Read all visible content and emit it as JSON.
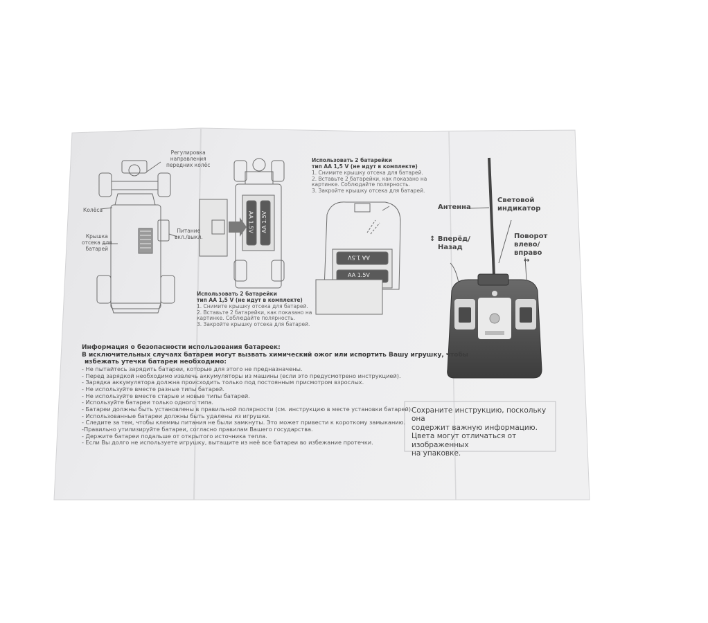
{
  "car_diagram": {
    "label_steering": [
      "Регулировка",
      "направления",
      "передних колёс"
    ],
    "label_wheels": "Колёса",
    "label_cover": [
      "Крышка",
      "отсека для",
      "батарей"
    ],
    "label_power": [
      "Питание",
      "вкл./выкл."
    ]
  },
  "battery_car": {
    "battery_text": "AA 1.5V",
    "title_lines": [
      "Использовать 2 батарейки",
      "тип AA 1,5 V (не идут в комплекте)"
    ],
    "steps": [
      "1. Снимите крышку отсека для батарей.",
      "2. Вставьте 2 батарейки, как показано на",
      "картинке. Соблюдайте полярность.",
      "3. Закройте крышку отсека для батарей."
    ]
  },
  "battery_remote": {
    "battery_text": "AA 1.5V",
    "title_lines": [
      "Использовать 2 батарейки",
      "тип AA 1,5 V (не идут в комплекте)"
    ],
    "steps": [
      "1. Снимите крышку отсека для батарей.",
      "2. Вставьте 2 батарейки, как показано на",
      "картинке. Соблюдайте полярность.",
      "3. Закройте крышку отсека для батарей."
    ]
  },
  "remote": {
    "label_antenna": "Антенна",
    "label_indicator": [
      "Световой",
      "индикатор"
    ],
    "label_forward": [
      "Вперёд/",
      "Назад"
    ],
    "label_turn": [
      "Поворот",
      "влево/",
      "вправо"
    ]
  },
  "safety": {
    "title_lines": [
      "Информация о безопасности использования батареек:",
      "В исключительных случаях батареи могут вызвать химический ожог или испортить Вашу игрушку, чтобы",
      "избежать утечки батареи необходимо:"
    ],
    "items": [
      "- Не пытайтесь зарядить батареи, которые для этого не предназначены.",
      "- Перед зарядкой необходимо извлечь аккумуляторы из машины (если это предусмотрено инструкцией).",
      "- Зарядка аккумулятора должна происходить только под постоянным присмотром взрослых.",
      "- Не используйте вместе разные типы батарей.",
      "- Не используйте вместе старые и новые типы батарей.",
      "- Используйте батареи только одного типа.",
      "- Батареи должны быть установлены в правильной полярности (см. инструкцию в месте установки батарей).",
      "- Использованные батареи должны быть удалены из игрушки.",
      "- Следите за тем, чтобы клеммы питания не были замкнуты. Это может привести к короткому замыканию.",
      "-Правильно утилизируйте батареи, согласно правилам Вашего государства.",
      "- Держите батареи подальше от открытого источника тепла.",
      "- Если Вы долго не используете игрушку, вытащите из неё все батареи во избежание протечки."
    ]
  },
  "note": {
    "lines": [
      "Сохраните инструкцию, поскольку она",
      "содержит важную информацию.",
      "Цвета могут отличаться от изображенных",
      "на упаковке."
    ]
  }
}
